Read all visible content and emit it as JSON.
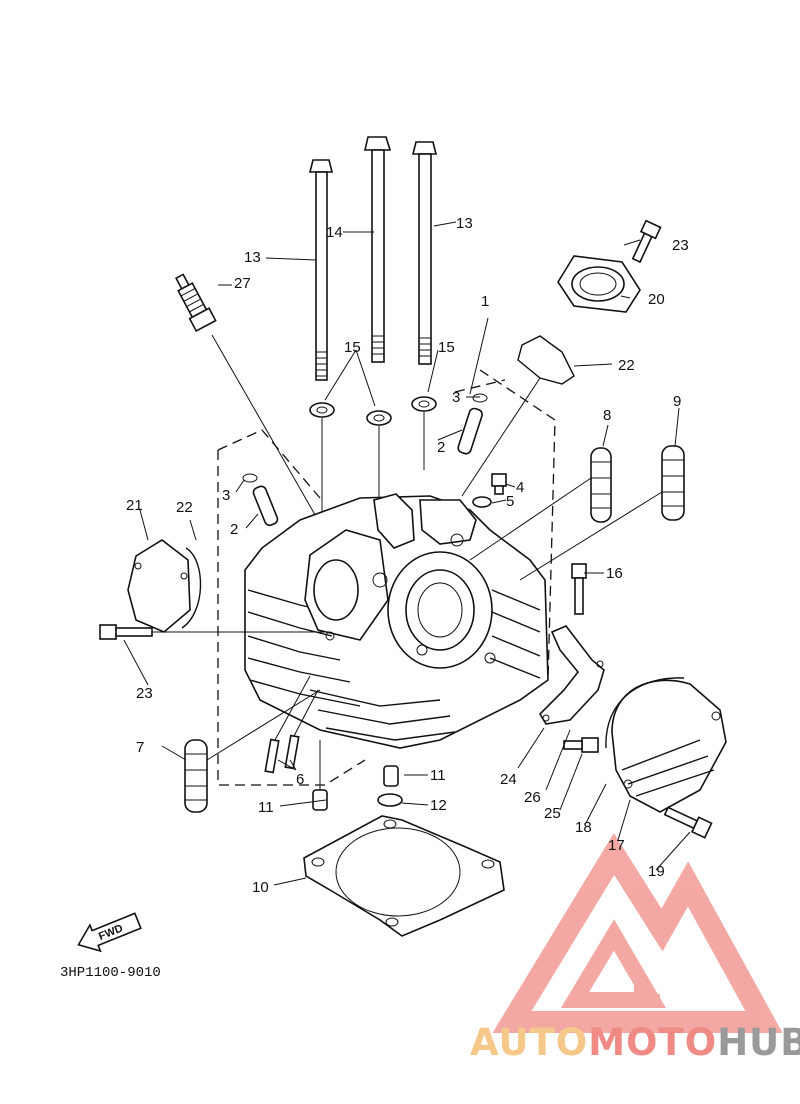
{
  "diagram": {
    "part_code": "3HP1100-9010",
    "direction_label": "FWD",
    "callouts": [
      {
        "id": "c1",
        "label": "1"
      },
      {
        "id": "c2a",
        "label": "2"
      },
      {
        "id": "c2b",
        "label": "2"
      },
      {
        "id": "c3a",
        "label": "3"
      },
      {
        "id": "c3b",
        "label": "3"
      },
      {
        "id": "c4",
        "label": "4"
      },
      {
        "id": "c5",
        "label": "5"
      },
      {
        "id": "c6",
        "label": "6"
      },
      {
        "id": "c7",
        "label": "7"
      },
      {
        "id": "c8",
        "label": "8"
      },
      {
        "id": "c9",
        "label": "9"
      },
      {
        "id": "c10",
        "label": "10"
      },
      {
        "id": "c11a",
        "label": "11"
      },
      {
        "id": "c11b",
        "label": "11"
      },
      {
        "id": "c12",
        "label": "12"
      },
      {
        "id": "c13a",
        "label": "13"
      },
      {
        "id": "c13b",
        "label": "13"
      },
      {
        "id": "c14",
        "label": "14"
      },
      {
        "id": "c15a",
        "label": "15"
      },
      {
        "id": "c15b",
        "label": "15"
      },
      {
        "id": "c16",
        "label": "16"
      },
      {
        "id": "c17",
        "label": "17"
      },
      {
        "id": "c18",
        "label": "18"
      },
      {
        "id": "c19",
        "label": "19"
      },
      {
        "id": "c20",
        "label": "20"
      },
      {
        "id": "c21",
        "label": "21"
      },
      {
        "id": "c22a",
        "label": "22"
      },
      {
        "id": "c22b",
        "label": "22"
      },
      {
        "id": "c23a",
        "label": "23"
      },
      {
        "id": "c23b",
        "label": "23"
      },
      {
        "id": "c24",
        "label": "24"
      },
      {
        "id": "c25",
        "label": "25"
      },
      {
        "id": "c26",
        "label": "26"
      },
      {
        "id": "c27",
        "label": "27"
      }
    ]
  },
  "watermark": {
    "word_a": "AUTO",
    "word_b": "MOTO",
    "word_c": "HUB",
    "color_a": "#f5c88a",
    "color_b": "#f08a84",
    "color_c": "#9a9a9a",
    "logo_color": "#f29a95"
  }
}
